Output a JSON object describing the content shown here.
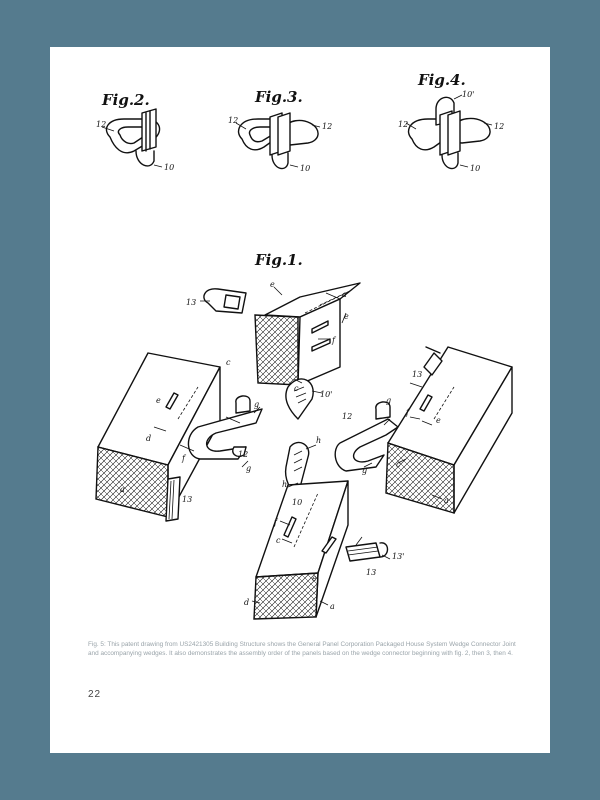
{
  "figures": {
    "fig2": {
      "title": "Fig.2.",
      "labels": [
        "12",
        "10"
      ]
    },
    "fig3": {
      "title": "Fig.3.",
      "labels": [
        "12",
        "12",
        "10"
      ]
    },
    "fig4": {
      "title": "Fig.4.",
      "labels": [
        "10'",
        "12",
        "12",
        "10"
      ]
    },
    "fig1": {
      "title": "Fig.1.",
      "labels": [
        "13",
        "e",
        "a",
        "e",
        "f",
        "c",
        "10'",
        "c",
        "e",
        "d",
        "f",
        "a",
        "13",
        "g",
        "g",
        "12",
        "h",
        "h",
        "10",
        "13",
        "g",
        "f",
        "12",
        "g",
        "e",
        "c",
        "a",
        "f",
        "c",
        "e",
        "13'",
        "13",
        "d",
        "a"
      ]
    }
  },
  "caption": "Fig. 5: This patent drawing from US2421305 Building Structure shows the General Panel Corporation Packaged House System Wedge Connector Joint and accompanying wedges. It also demonstrates the assembly order of the panels based on the wedge connector beginning with fig. 2, then 3, then 4.",
  "page_number": "22"
}
